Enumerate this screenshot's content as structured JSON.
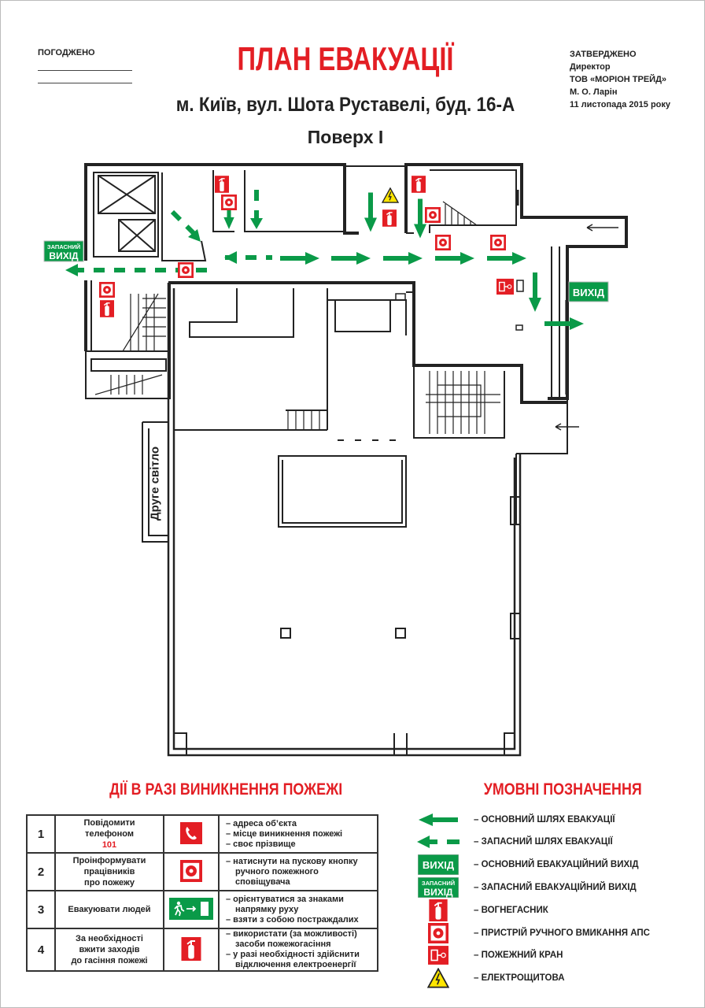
{
  "header": {
    "agreed_label": "ПОГОДЖЕНО",
    "title": "ПЛАН ЕВАКУАЦІЇ",
    "address": "м. Київ, вул. Шота Руставелі, буд. 16-А",
    "floor": "Поверх I",
    "approval": {
      "label": "ЗАТВЕРДЖЕНО",
      "position": "Директор",
      "company": "ТОВ «МОРІОН ТРЕЙД»",
      "name": "М. О. Ларін",
      "date": "11 листопада 2015 року"
    }
  },
  "plan": {
    "second_light_label": "Друге світло",
    "exit_sign": "ВИХІД",
    "spare_exit_sign_top": "ЗАПАСНИЙ",
    "spare_exit_sign_bottom": "ВИХІД"
  },
  "actions": {
    "title": "ДІЇ В РАЗІ ВИНИКНЕННЯ ПОЖЕЖІ",
    "rows": [
      {
        "num": "1",
        "action_lines": [
          "Повідомити",
          "телефоном"
        ],
        "phone": "101",
        "icon": "phone-icon",
        "details": [
          "– адреса об’єкта",
          "– місце виникнення пожежі",
          "– своє прізвище"
        ]
      },
      {
        "num": "2",
        "action_lines": [
          "Проінформувати",
          "працівників",
          "про пожежу"
        ],
        "icon": "call-point-icon",
        "details": [
          "– натиснути на пускову кнопку",
          "ручного пожежного",
          "сповіщувача"
        ]
      },
      {
        "num": "3",
        "action_lines": [
          "Евакуювати людей"
        ],
        "icon": "exit-running-man-icon",
        "details": [
          "– орієнтуватися за знаками",
          "напрямку руху",
          "– взяти з собою постраждалих"
        ]
      },
      {
        "num": "4",
        "action_lines": [
          "За необхідності",
          "вжити заходів",
          "до гасіння пожежі"
        ],
        "icon": "fire-extinguisher-icon",
        "details": [
          "– використати (за можливості)",
          "засоби пожежогасіння",
          "– у разі необхідності здійснити",
          "відключення електроенергії"
        ]
      }
    ]
  },
  "legend": {
    "title": "УМОВНІ ПОЗНАЧЕННЯ",
    "items": [
      {
        "icon": "main-route-arrow-icon",
        "label": "– ОСНОВНИЙ ШЛЯХ ЕВАКУАЦІЇ"
      },
      {
        "icon": "spare-route-arrow-icon",
        "label": "– ЗАПАСНИЙ ШЛЯХ ЕВАКУАЦІЇ"
      },
      {
        "icon": "exit-sign-icon",
        "label": "– ОСНОВНИЙ ЕВАКУАЦІЙНИЙ ВИХІД"
      },
      {
        "icon": "spare-exit-sign-icon",
        "label": "– ЗАПАСНИЙ ЕВАКУАЦІЙНИЙ ВИХІД"
      },
      {
        "icon": "fire-extinguisher-icon",
        "label": "– ВОГНЕГАСНИК"
      },
      {
        "icon": "call-point-icon",
        "label": "– ПРИСТРІЙ РУЧНОГО ВМИКАННЯ АПС"
      },
      {
        "icon": "fire-hydrant-icon",
        "label": "– ПОЖЕЖНИЙ КРАН"
      },
      {
        "icon": "electrical-panel-icon",
        "label": "– ЕЛЕКТРОЩИТОВА"
      }
    ]
  },
  "colors": {
    "red": "#e31e24",
    "green": "#0a9a48",
    "yellow": "#ffe600"
  }
}
